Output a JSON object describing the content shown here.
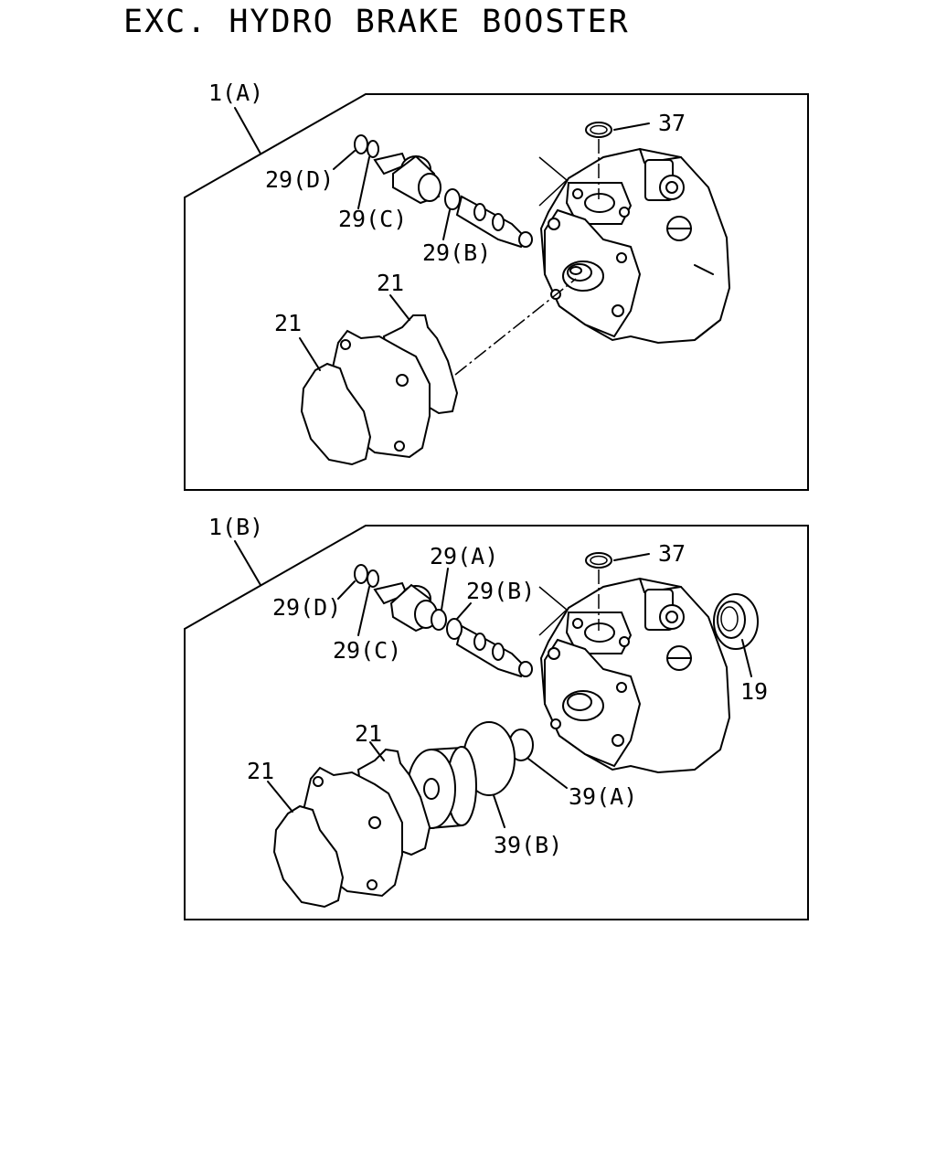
{
  "title": "EXC. HYDRO BRAKE BOOSTER",
  "panel_a": {
    "assembly_label": "1(A)",
    "labels": {
      "oring_37": "37",
      "oring_29d": "29(D)",
      "oring_29c": "29(C)",
      "oring_29b": "29(B)",
      "gasket_21_upper": "21",
      "gasket_21_lower": "21"
    }
  },
  "panel_b": {
    "assembly_label": "1(B)",
    "labels": {
      "oring_37": "37",
      "oring_29a": "29(A)",
      "oring_29b": "29(B)",
      "oring_29d": "29(D)",
      "oring_29c": "29(C)",
      "seal_19": "19",
      "gasket_21_upper": "21",
      "gasket_21_lower": "21",
      "oring_39a": "39(A)",
      "oring_39b": "39(B)"
    }
  }
}
